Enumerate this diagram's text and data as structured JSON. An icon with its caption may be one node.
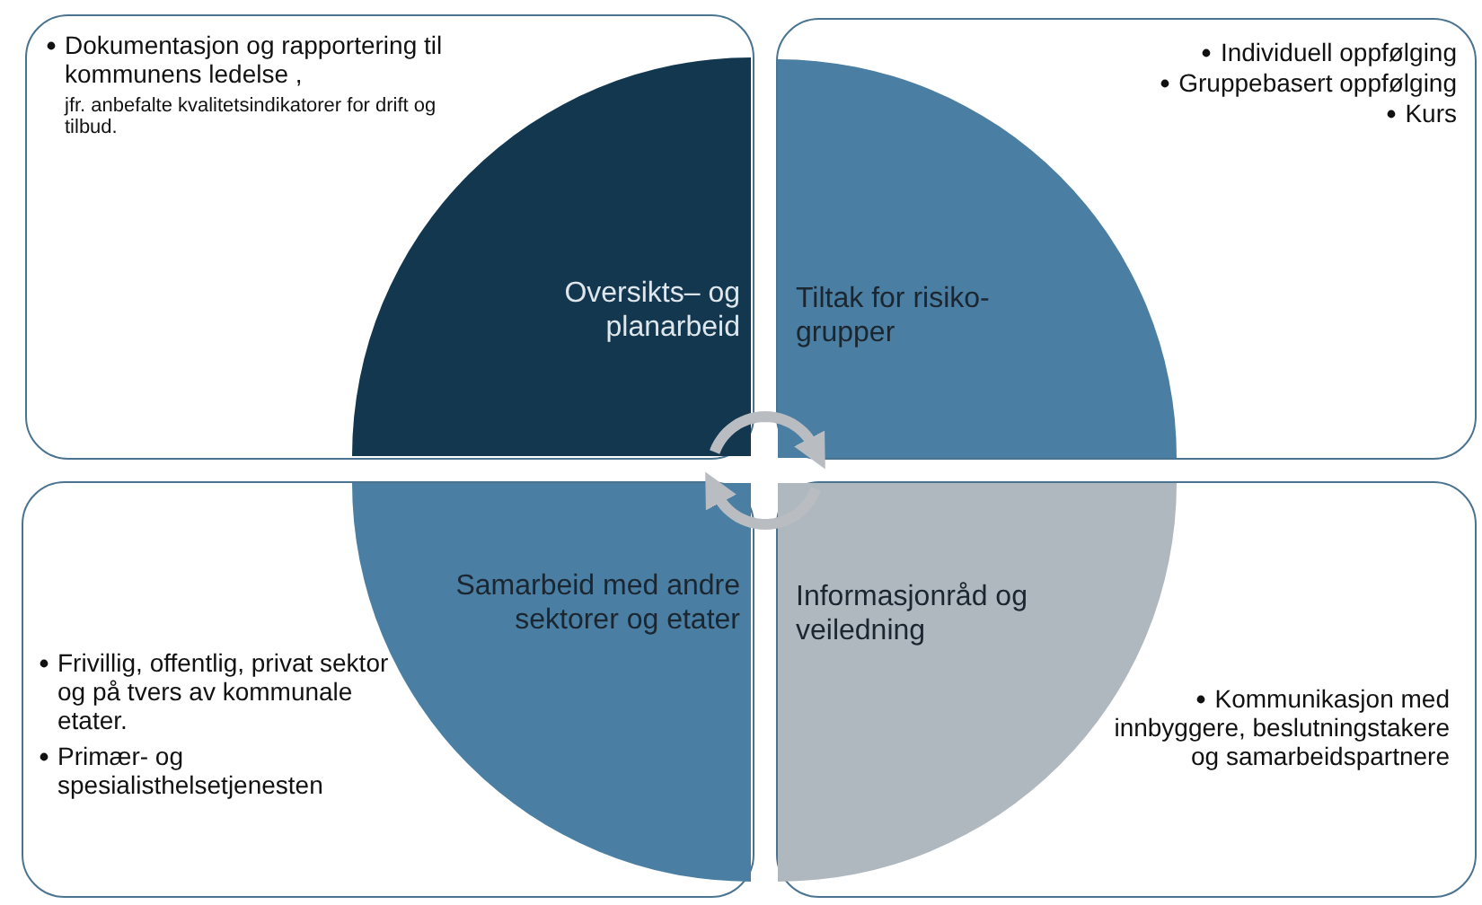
{
  "diagram": {
    "nodes": [
      {
        "text": [
          "Dokumentasjon og rapportering til kommunens ledelse ,",
          "jfr. anbefalte kvalitetsindikatorer for drift og tilbud."
        ]
      },
      {
        "text": [
          "Oversikts– og planarbeid"
        ],
        "in": 0
      },
      {
        "text": [
          "Individuell oppfølging",
          "Gruppebasert oppfølging",
          "Kurs"
        ]
      },
      {
        "text": [
          "Tiltak for risiko- grupper"
        ],
        "in": 2
      },
      {
        "text": [
          "Frivillig, offentlig, privat sektor og på tvers av kommunale etater.",
          "Primær- og spesialisthelsetjenesten"
        ]
      },
      {
        "text": [
          "Samarbeid med andre sektorer og etater"
        ],
        "in": 4
      },
      {
        "text": [
          "Kommunikasjon med innbyggere, beslutningstakere og samarbeidspartnere"
        ]
      },
      {
        "text": [
          "Informasjonråd og veiledning"
        ],
        "in": 6
      }
    ],
    "edges": [
      {
        "from": 1,
        "to": 3,
        "arrow": "to"
      },
      {
        "from": 7,
        "to": 5,
        "arrow": "to"
      }
    ]
  }
}
